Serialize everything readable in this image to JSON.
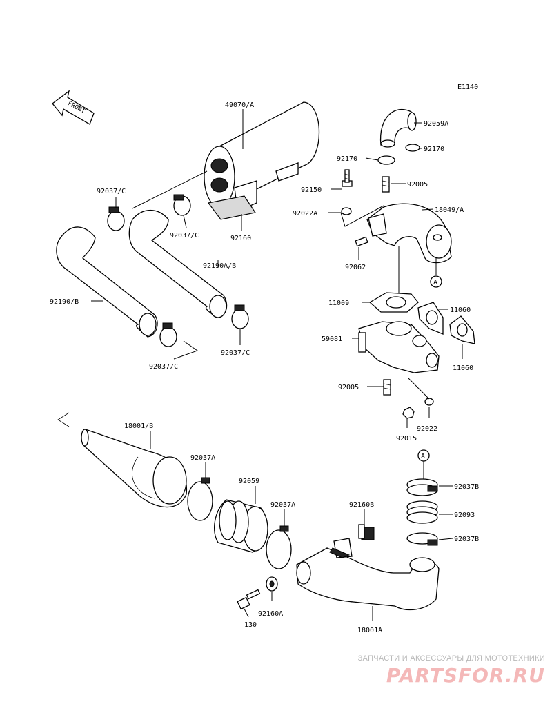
{
  "diagram_code": "E1140",
  "front_label": "FRONT",
  "ref_marker": "A",
  "parts": [
    "49070/A",
    "92059A",
    "92170",
    "92170",
    "92150",
    "92005",
    "92022A",
    "18049/A",
    "92062",
    "92037/C",
    "92037/C",
    "92160",
    "92190A/B",
    "92190/B",
    "92037/C",
    "92037/C",
    "11009",
    "11060",
    "11060",
    "59081",
    "92005",
    "92022",
    "92015",
    "18001/B",
    "92037A",
    "92059",
    "92037A",
    "92160B",
    "92037B",
    "92093",
    "92037B",
    "92160A",
    "130",
    "18001A"
  ],
  "watermark": {
    "tagline": "ЗАПЧАСТИ И АКСЕССУАРЫ ДЛЯ МОТОТЕХНИКИ",
    "logo": "PARTSFOR.RU"
  }
}
